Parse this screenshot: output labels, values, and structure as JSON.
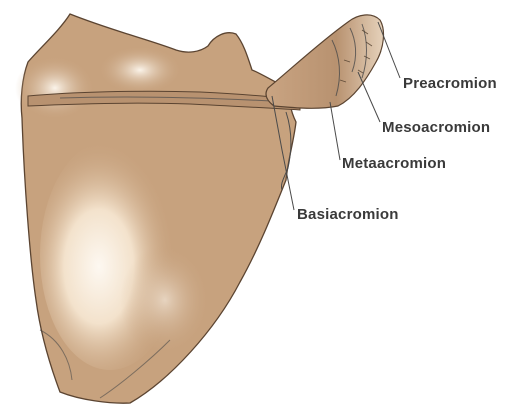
{
  "labels": {
    "preacromion": "Preacromion",
    "mesoacromion": "Mesoacromion",
    "metaacromion": "Metaacromion",
    "basiacromion": "Basiacromion"
  },
  "colors": {
    "bone": "#c7a27e",
    "bone_highlight": "#fbf4ea",
    "outline": "#5b4431",
    "label_text": "#3a3a3a",
    "background": "#ffffff"
  }
}
